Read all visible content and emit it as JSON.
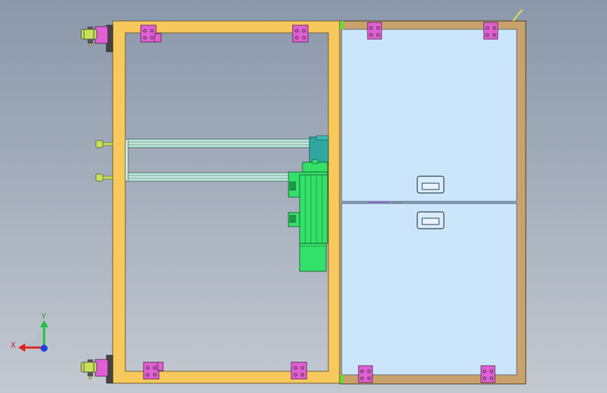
{
  "viewport": {
    "background_top": "#8b98ab",
    "background_bottom": "#c4c9d1"
  },
  "model": {
    "frame_color": "#f7c95c",
    "frame_edge": "#6b5a2a",
    "panel_fill": "#cbe6fb",
    "panel_border": "#c9a26b",
    "bracket_color": "#e05fd3",
    "motor_color": "#33e06a",
    "motor_dark": "#1f9c47",
    "gearbox_color": "#2fa7a0",
    "rod_color": "#bfe9dc",
    "knob_color": "#c7e05a",
    "hinge_marker_color": "#66dd33",
    "door_handle_count": 2
  },
  "triad": {
    "x_label": "X",
    "y_label": "Y",
    "x_color": "#e02020",
    "y_color": "#20c040",
    "z_color": "#2040e0"
  }
}
